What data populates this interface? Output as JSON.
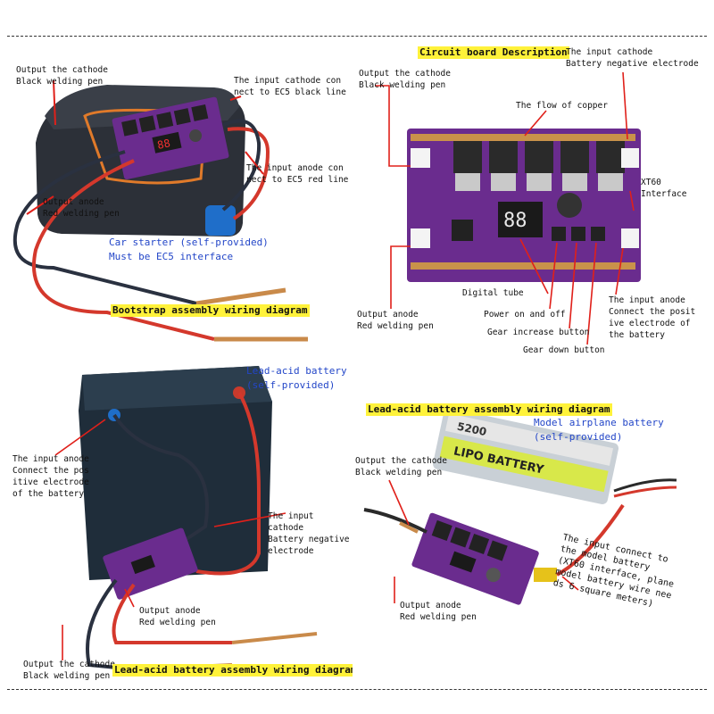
{
  "top_left": {
    "out_cathode": "Output the cathode\nBlack welding pen",
    "in_cathode": "The input cathode con\nnect to EC5 black line",
    "in_anode": "The input anode con\nnect to EC5 red line",
    "out_anode": "Output anode\nRed welding pen",
    "car_starter": "Car starter (self-provided)\nMust be EC5 interface",
    "title": "Bootstrap assembly wiring diagram"
  },
  "top_right": {
    "title": "Circuit board Description",
    "in_cathode": "The input cathode\nBattery negative electrode",
    "out_cathode": "Output the cathode\nBlack welding pen",
    "copper": "The flow of copper",
    "xt60": "XT60\nInterface",
    "digital_tube": "Digital tube",
    "power": "Power on and off",
    "gear_up": "Gear increase button",
    "gear_down": "Gear down button",
    "out_anode": "Output anode\nRed welding pen",
    "in_anode": "The input anode\nConnect the posit\nive electrode of\nthe battery",
    "board_display": "88"
  },
  "bottom_left": {
    "battery": "Lead-acid battery\n(self-provided)",
    "in_anode": "The input anode\nConnect the pos\nitive electrode\nof the battery",
    "in_cathode": "The input cathode\nBattery negative\nelectrode",
    "out_anode": "Output anode\nRed welding pen",
    "out_cathode": "Output the cathode\nBlack welding pen",
    "title": "Lead-acid battery assembly wiring diagram"
  },
  "bottom_right": {
    "title": "Lead-acid battery assembly wiring diagram",
    "model_battery": "Model airplane battery\n(self-provided)",
    "out_cathode": "Output the cathode\nBlack welding pen",
    "input_note": "The input connect to\nthe model battery\n(XT60 interface, plane\nmodel battery wire nee\nds 6 square meters)",
    "out_anode": "Output anode\nRed welding pen",
    "lipo_brand": "LIPO BATTERY",
    "lipo_capacity": "5200"
  },
  "colors": {
    "board": "#6a2c8e",
    "wire_red": "#d4382c",
    "wire_black": "#2a3140",
    "arrow": "#e0201a",
    "title_bg": "#fff23a",
    "blue_text": "#2346c8"
  }
}
